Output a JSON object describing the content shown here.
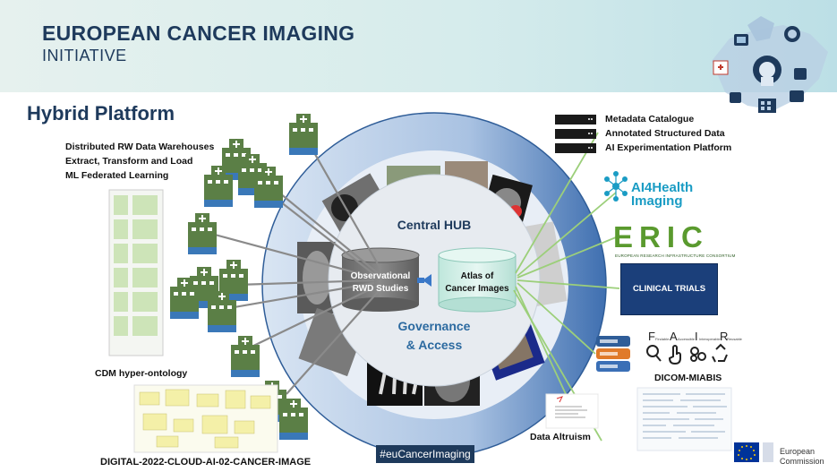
{
  "header": {
    "title": "EUROPEAN CANCER IMAGING",
    "subtitle": "INITIATIVE"
  },
  "slide_title": "Hybrid Platform",
  "left_labels": [
    "Distributed RW Data Warehouses",
    "Extract, Transform and Load",
    "ML Federated Learning"
  ],
  "cdm_label": "CDM hyper-ontology",
  "footer_code": "DIGITAL-2022-CLOUD-AI-02-CANCER-IMAGE",
  "hub": {
    "title": "Central HUB",
    "left_db": [
      "Observational",
      "RWD Studies"
    ],
    "right_db": [
      "Atlas of",
      "Cancer Images"
    ],
    "governance": [
      "Governance",
      "& Access"
    ]
  },
  "right_stack": [
    "Metadata Catalogue",
    "Annotated Structured Data",
    "AI Experimentation Platform"
  ],
  "ai4health": [
    "AI4Health",
    "Imaging"
  ],
  "eric": {
    "text": "ERIC",
    "subtitle": "EUROPEAN RESEARCH INFRASTRUCTURE CONSORTIUM"
  },
  "clinical_trials": "CLINICAL TRIALS",
  "fair": {
    "letters": [
      "F",
      "A",
      "I",
      "R"
    ],
    "words": [
      "Findable",
      "Accessible",
      "Interoperable",
      "Reusable"
    ]
  },
  "dicom_label": "DICOM-MIABIS",
  "data_altruism": "Data Altruism",
  "hashtag": "#euCancerImaging",
  "commission": [
    "European",
    "Commission"
  ],
  "colors": {
    "navy": "#1e3a5c",
    "hospital_green": "#5b7f46",
    "hospital_blue": "#3a78b8",
    "ring_blue": "#3f6fb0",
    "link_green": "#9ccf7a"
  }
}
